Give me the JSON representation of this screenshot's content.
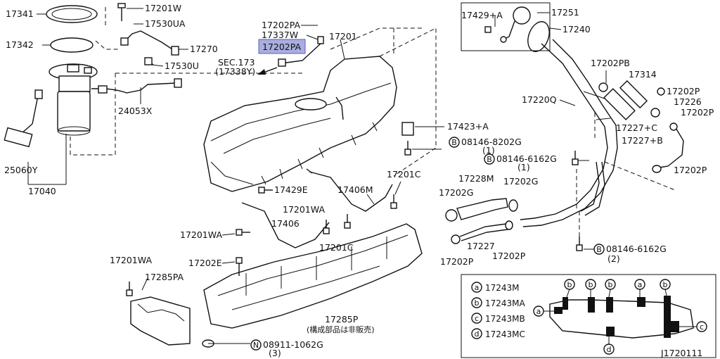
{
  "diagram_id": "J1720111",
  "labels": {
    "p17341": "17341",
    "p17201W": "17201W",
    "p17530UA": "17530UA",
    "p17342": "17342",
    "p17270": "17270",
    "p17530U": "17530U",
    "p24053X": "24053X",
    "p25060Y": "25060Y",
    "p17040": "17040",
    "p17202PA_a": "17202PA",
    "p17337W": "17337W",
    "p17202PA_highlight": "17202PA",
    "sec173": "SEC.173",
    "p17338Y": "(17338Y)",
    "p17201": "17201",
    "p17429A": "17429+A",
    "p17251": "17251",
    "p17240": "17240",
    "p17202PB": "17202PB",
    "p17314": "17314",
    "p17220Q": "17220Q",
    "p17202P_1": "17202P",
    "p17226": "17226",
    "p17202P_2": "17202P",
    "p17227C": "17227+C",
    "p17227B": "17227+B",
    "p17202P_3": "17202P",
    "p17423A": "17423+A",
    "bolt1": "08146-8202G",
    "bolt1_qty": "(1)",
    "bolt2": "08146-6162G",
    "bolt2_qty": "(1)",
    "p17429E": "17429E",
    "p17406M": "17406M",
    "p17201C_1": "17201C",
    "p17228M": "17228M",
    "p17202G_1": "17202G",
    "p17202G_2": "17202G",
    "p17201WA_1": "17201WA",
    "p17406": "17406",
    "p17201WA_2": "17201WA",
    "p17201C_2": "17201C",
    "p17227": "17227",
    "p17202P_4": "17202P",
    "p17202P_5": "17202P",
    "bolt3": "08146-6162G",
    "bolt3_qty": "(2)",
    "p17201WA_3": "17201WA",
    "p17285PA": "17285PA",
    "p17202E": "17202E",
    "p17285P": "17285P",
    "note_jp": "(構成部品は非販売)",
    "nut1": "08911-1062G",
    "nut1_qty": "(3)",
    "circleB": "B",
    "circleN": "N"
  },
  "legend": {
    "items": [
      {
        "key": "a",
        "label": "17243M"
      },
      {
        "key": "b",
        "label": "17243MA"
      },
      {
        "key": "c",
        "label": "17243MB"
      },
      {
        "key": "d",
        "label": "17243MC"
      }
    ]
  }
}
